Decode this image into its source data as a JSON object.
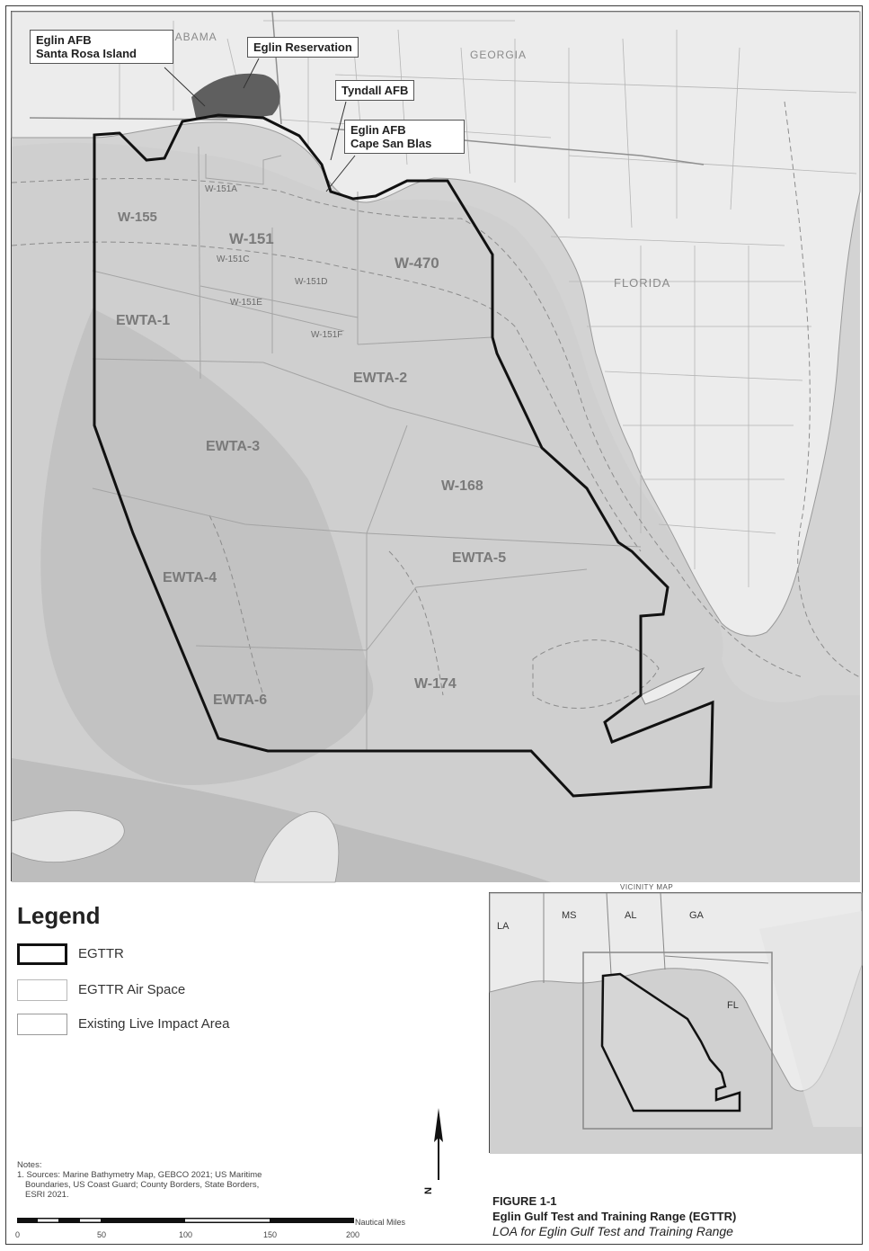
{
  "callouts": {
    "santa_rosa": [
      "Eglin AFB",
      "Santa Rosa Island"
    ],
    "reservation": "Eglin Reservation",
    "tyndall": "Tyndall AFB",
    "cape_san_blas": [
      "Eglin AFB",
      "Cape San Blas"
    ]
  },
  "states": {
    "alabama": "ALABAMA",
    "georgia": "GEORGIA",
    "florida": "FLORIDA"
  },
  "zones": {
    "w155": "W-155",
    "w151": "W-151",
    "w151a": "W-151A",
    "w151c": "W-151C",
    "w151d": "W-151D",
    "w151e": "W-151E",
    "w151f": "W-151F",
    "w470": "W-470",
    "ewta1": "EWTA-1",
    "ewta2": "EWTA-2",
    "ewta3": "EWTA-3",
    "w168": "W-168",
    "ewta5": "EWTA-5",
    "ewta4": "EWTA-4",
    "w174": "W-174",
    "ewta6": "EWTA-6"
  },
  "legend": {
    "title": "Legend",
    "items": [
      {
        "label": "EGTTR",
        "stroke": "#111111",
        "stroke_width": 3
      },
      {
        "label": "EGTTR Air Space",
        "stroke": "#b8b8b8",
        "stroke_width": 1
      },
      {
        "label": "Existing Live Impact Area",
        "stroke": "#9a9a9a",
        "stroke_width": 1.5
      }
    ]
  },
  "vicinity": {
    "title": "VICINITY MAP",
    "labels": {
      "la": "LA",
      "ms": "MS",
      "al": "AL",
      "ga": "GA",
      "fl": "FL"
    }
  },
  "notes": {
    "heading": "Notes:",
    "lines": [
      "1. Sources: Marine Bathymetry Map, GEBCO 2021; US Maritime",
      "Boundaries, US Coast Guard; County Borders, State Borders,",
      "ESRI 2021."
    ]
  },
  "north_label": "N",
  "scale": {
    "ticks": [
      "0",
      "50",
      "100",
      "150",
      "200"
    ],
    "unit": "Nautical Miles"
  },
  "figure": {
    "number": "FIGURE 1-1",
    "title": "Eglin Gulf Test and Training Range (EGTTR)",
    "subtitle": "LOA for Eglin Gulf Test and Training Range"
  },
  "colors": {
    "land": "#ebebeb",
    "shelf": "#dcdcdc",
    "deep_water": "#c9c9c9",
    "boundary": "#111111",
    "reservation": "#6e6e6e"
  }
}
